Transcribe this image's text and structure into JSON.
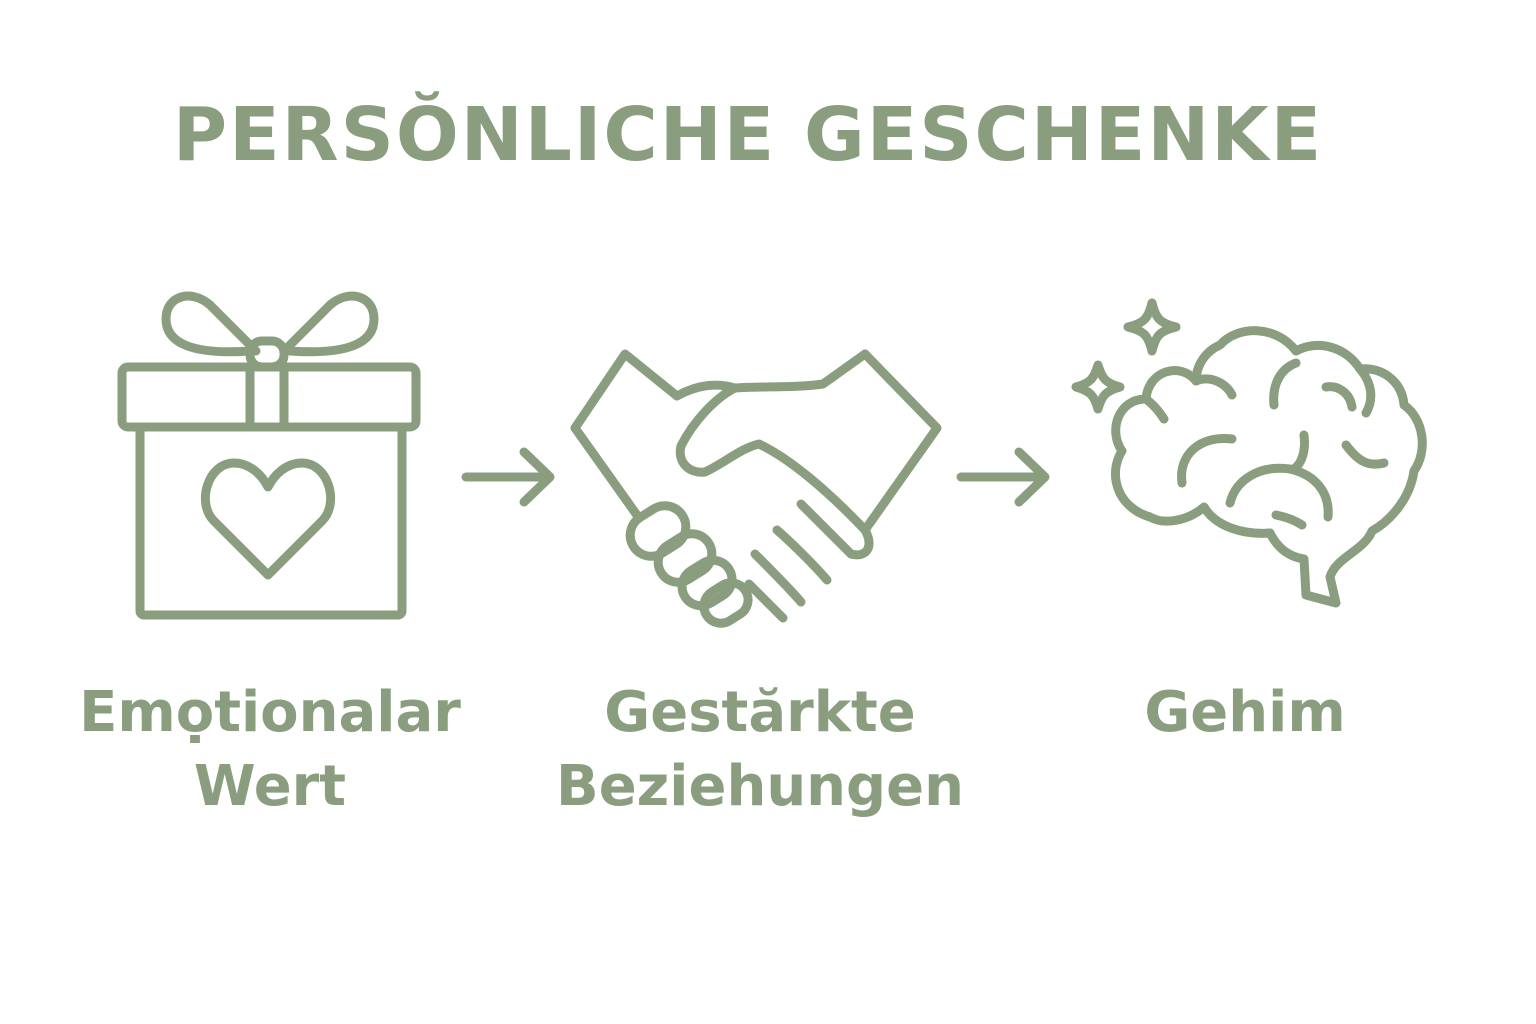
{
  "title": "PERSŎNLICHE GESCHENKE",
  "steps": [
    {
      "icon": "gift-heart-icon",
      "label": "Emọtionalar\nWert"
    },
    {
      "icon": "handshake-icon",
      "label": "Gestărkte\nBeziehungen"
    },
    {
      "icon": "brain-sparkle-icon",
      "label": "Gehim"
    }
  ],
  "colors": {
    "accent": "#8a9e7f",
    "background": "#ffffff"
  }
}
